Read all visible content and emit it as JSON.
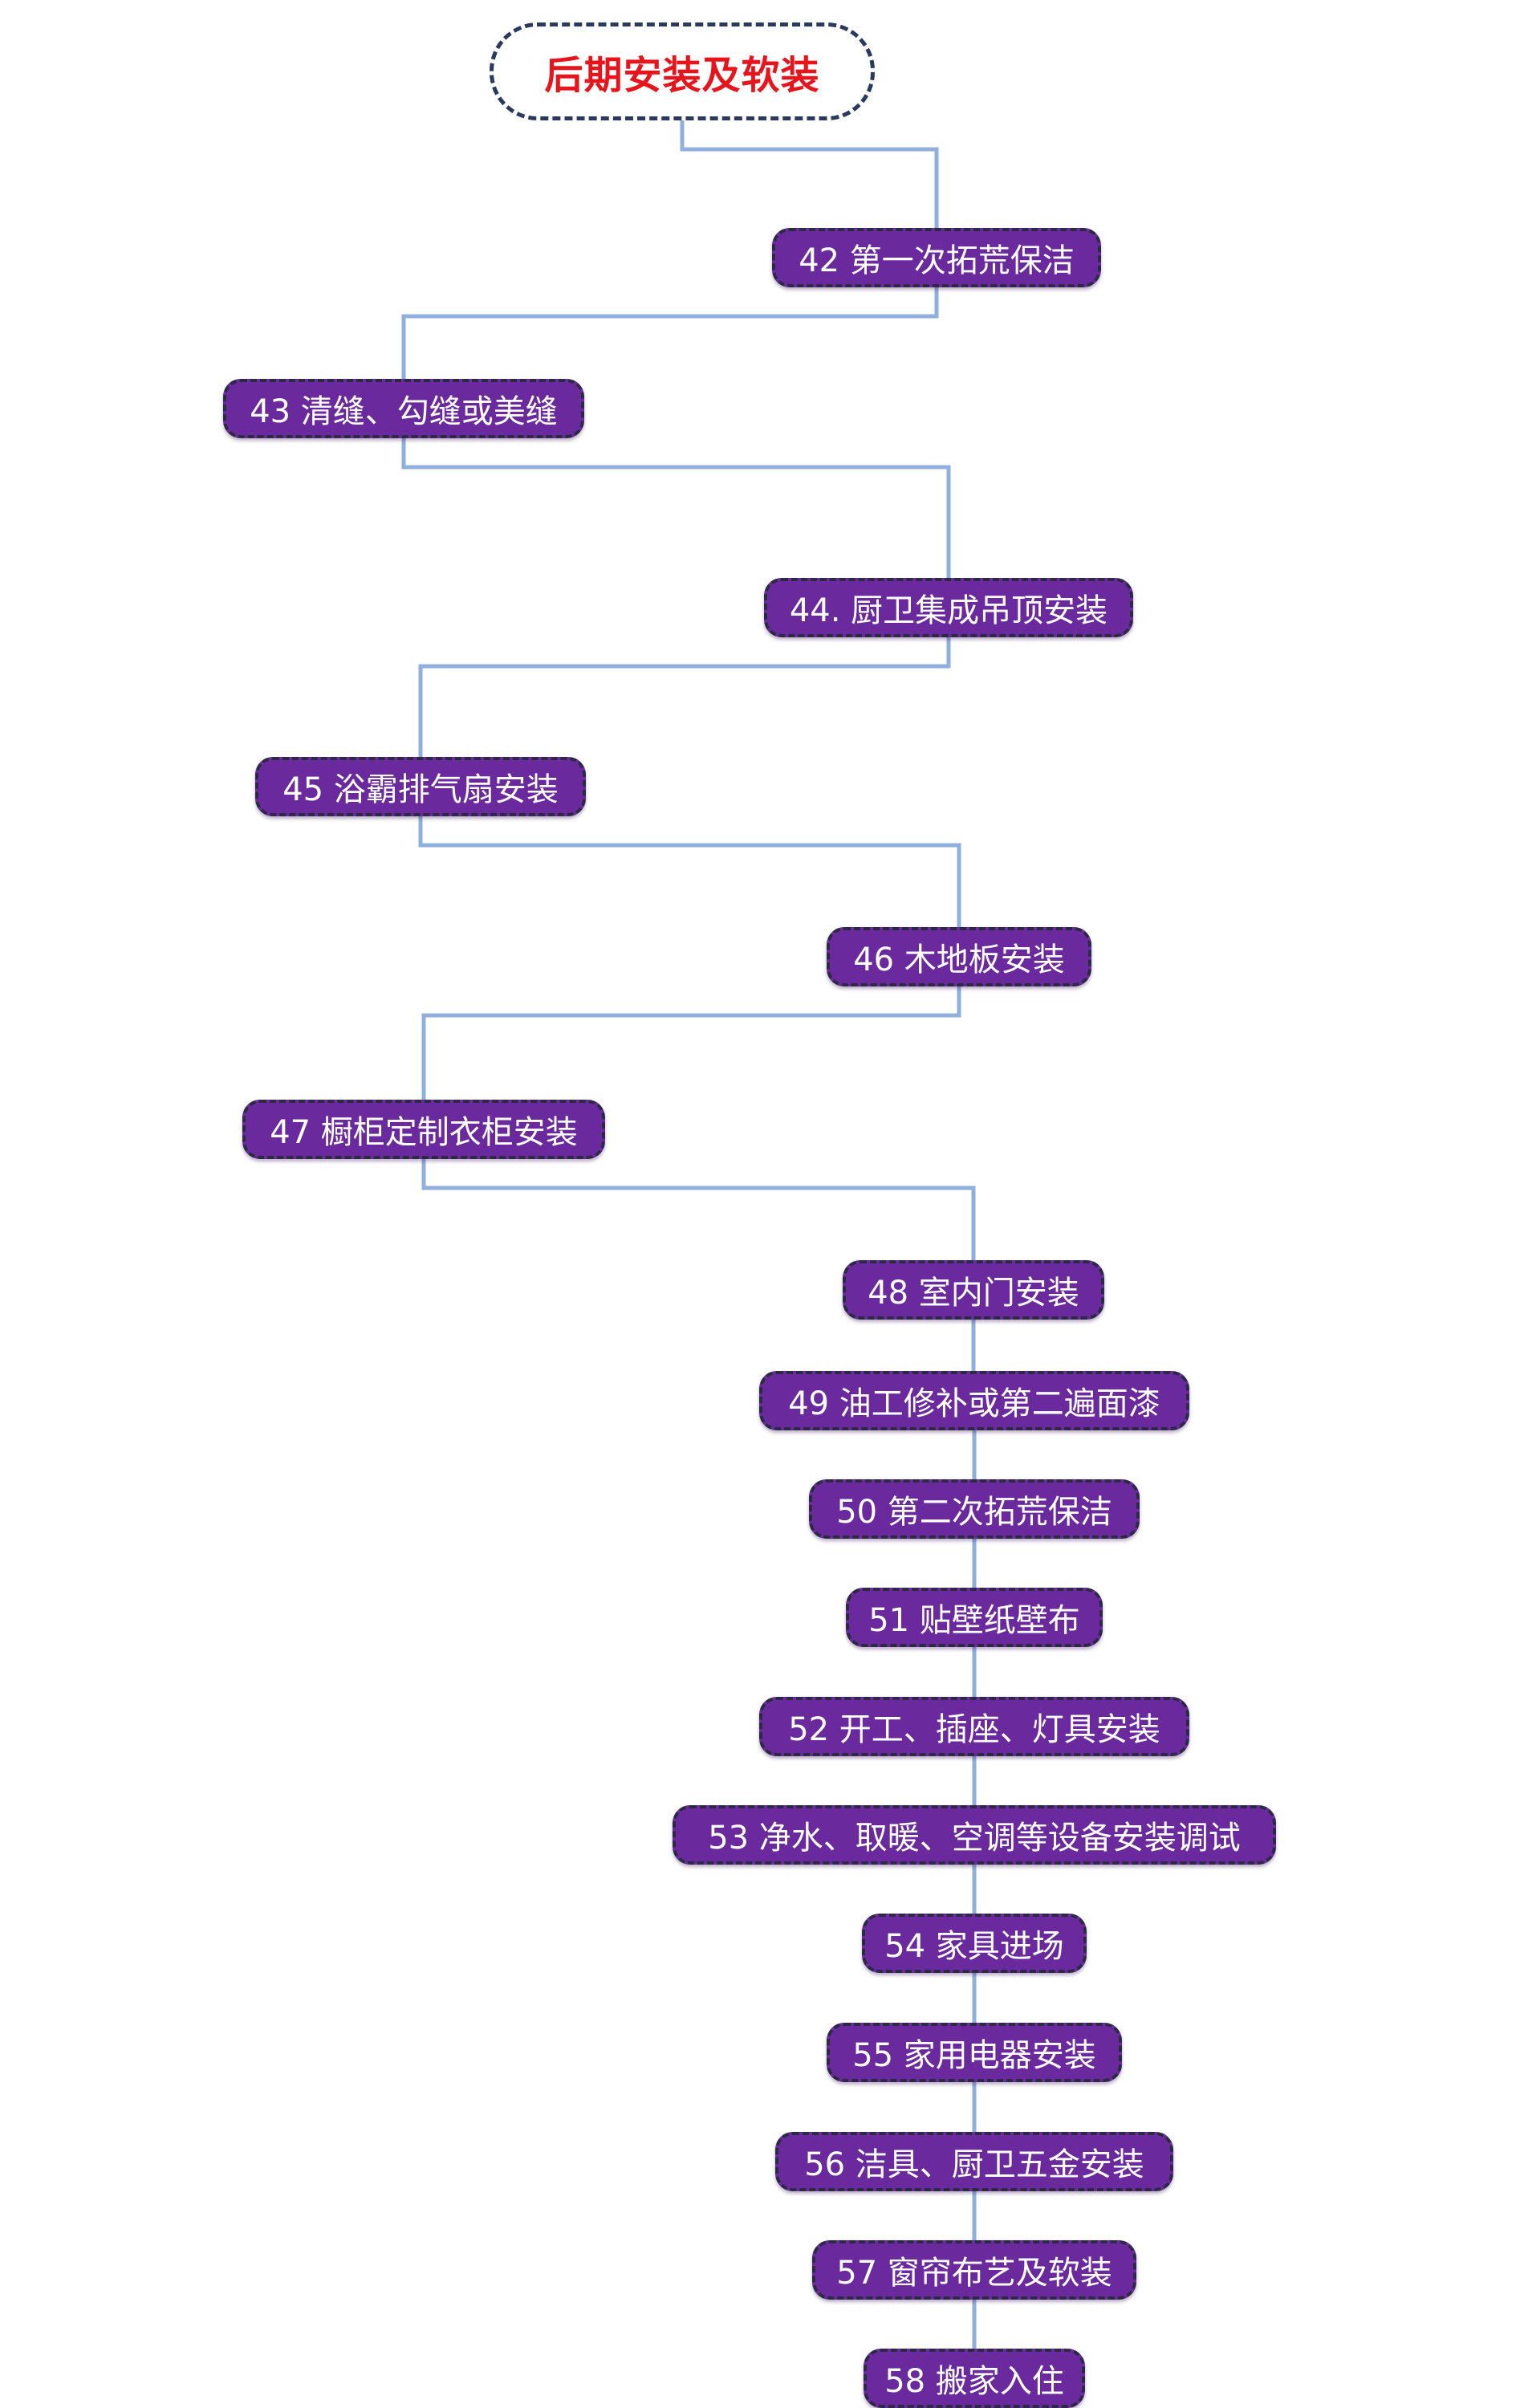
{
  "root": {
    "label": "后期安装及软装"
  },
  "steps": [
    {
      "label": "42 第一次拓荒保洁"
    },
    {
      "label": "43 清缝、勾缝或美缝"
    },
    {
      "label": "44. 厨卫集成吊顶安装"
    },
    {
      "label": "45 浴霸排气扇安装"
    },
    {
      "label": "46 木地板安装"
    },
    {
      "label": "47 橱柜定制衣柜安装"
    },
    {
      "label": "48 室内门安装"
    },
    {
      "label": "49 油工修补或第二遍面漆"
    },
    {
      "label": "50 第二次拓荒保洁"
    },
    {
      "label": "51 贴壁纸壁布"
    },
    {
      "label": "52 开工、插座、灯具安装"
    },
    {
      "label": "53 净水、取暖、空调等设备安装调试"
    },
    {
      "label": "54 家具进场"
    },
    {
      "label": "55 家用电器安装"
    },
    {
      "label": "56 洁具、厨卫五金安装"
    },
    {
      "label": "57 窗帘布艺及软装"
    },
    {
      "label": "58 搬家入住"
    }
  ],
  "colors": {
    "root_text": "#e8141b",
    "root_border": "#2a3a5c",
    "node_fill": "#6a2a9e",
    "node_text": "#ffffff",
    "node_border": "#2a2a42",
    "connector": "#8fb0dc"
  }
}
